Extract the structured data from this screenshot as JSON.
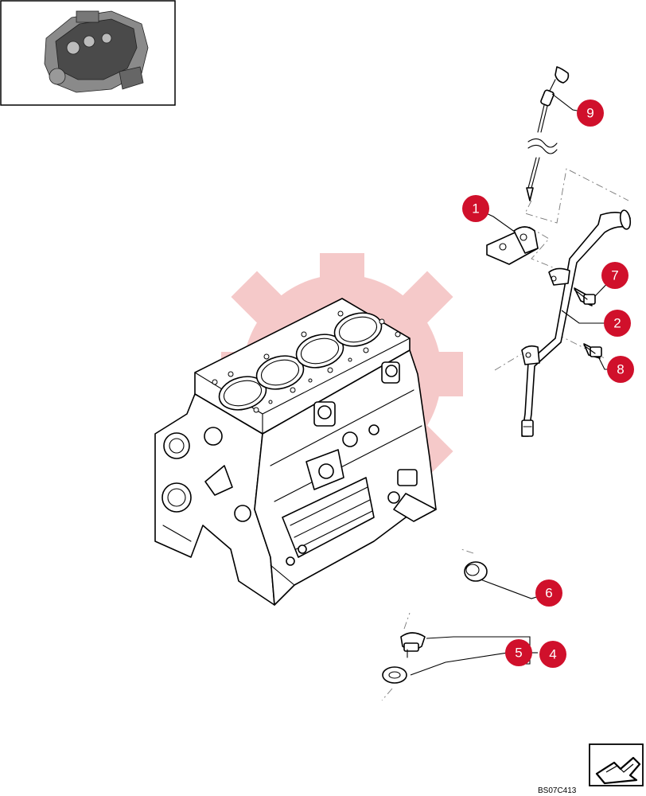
{
  "drawing_code": "BS07C413",
  "colors": {
    "callout": "#d0102b",
    "watermark": "#f4c4c4",
    "ink": "#000000"
  },
  "callouts": [
    {
      "id": "1",
      "label": "1"
    },
    {
      "id": "2",
      "label": "2"
    },
    {
      "id": "4",
      "label": "4"
    },
    {
      "id": "5",
      "label": "5"
    },
    {
      "id": "6",
      "label": "6"
    },
    {
      "id": "7",
      "label": "7"
    },
    {
      "id": "8",
      "label": "8"
    },
    {
      "id": "9",
      "label": "9"
    }
  ],
  "icons": {
    "thumbnail": "engine-thumbnail-icon",
    "navigation": "arrow-nav-icon",
    "watermark": "gear-watermark-icon"
  }
}
